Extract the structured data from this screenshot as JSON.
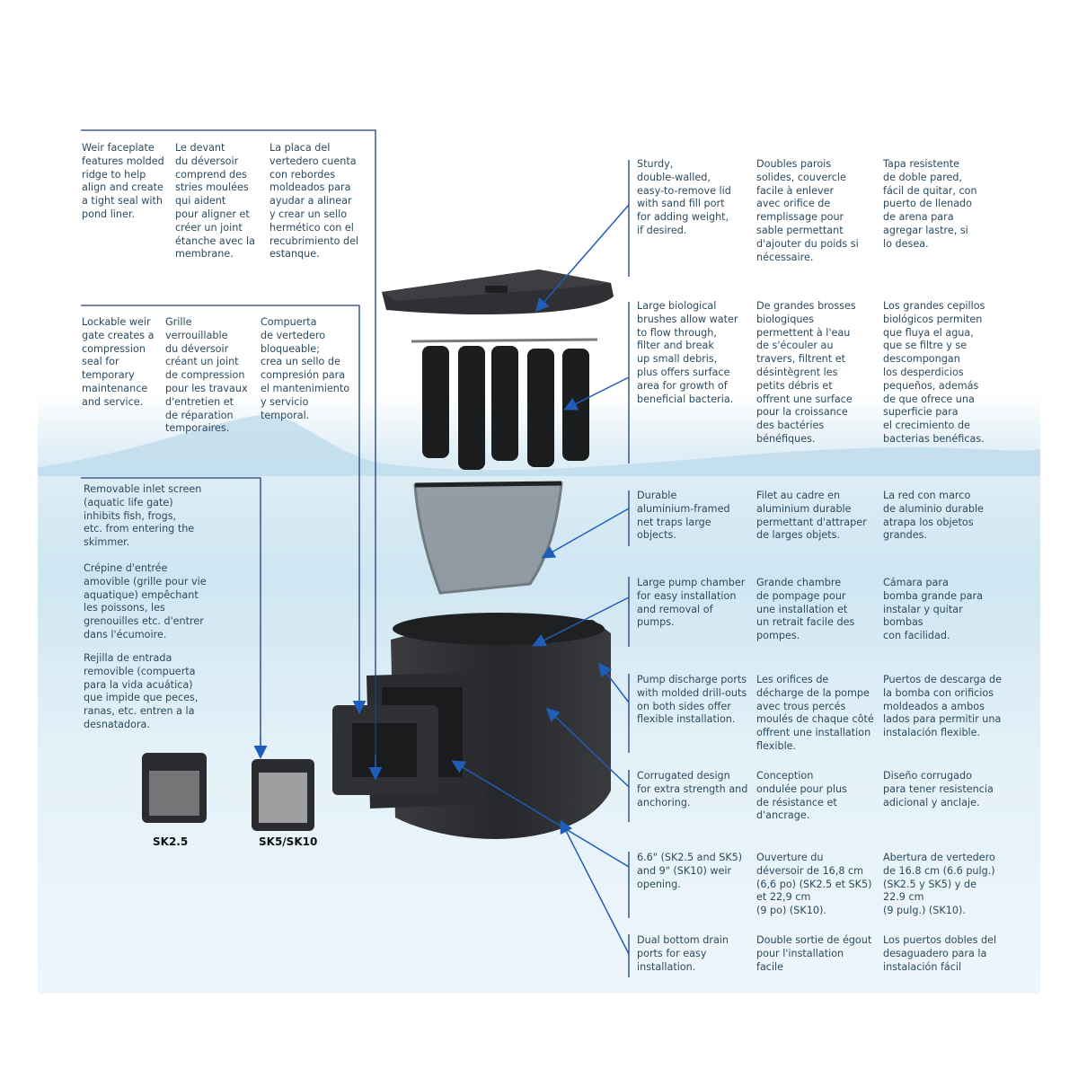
{
  "left_callouts": {
    "weir_faceplate": {
      "en": "Weir faceplate\nfeatures molded\nridge to help\nalign and create\na tight seal with\npond liner.",
      "fr": "Le devant\ndu déversoir\ncomprend des\nstries moulées\nqui aident\npour aligner et\ncréer un joint\nétanche avec la\nmembrane.",
      "es": "La placa del\nvertedero cuenta\ncon rebordes\nmoldeados para\nayudar a alinear\ny crear un sello\nhermético con el\nrecubrimiento del\nestanque."
    },
    "weir_gate": {
      "en": "Lockable weir\ngate creates a\ncompression\nseal for\ntemporary\nmaintenance\nand service.",
      "fr": "Grille\nverrouillable\ndu déversoir\ncréant un joint\nde compression\npour les travaux\nd'entretien et\nde réparation\ntemporaires.",
      "es": "Compuerta\nde vertedero\nbloqueable;\ncrea un sello de\ncompresión para\nel mantenimiento\ny servicio\ntemporal."
    },
    "inlet_screen": {
      "en": "Removable inlet screen\n(aquatic life gate)\ninhibits fish, frogs,\netc. from entering the\nskimmer.",
      "fr": "Crépine d'entrée\namovible (grille pour vie\naquatique) empêchant\nles poissons, les\ngrenouilles etc. d'entrer\ndans l'écumoire.",
      "es": "Rejilla de entrada\nremovible (compuerta\npara la vida acuática)\nque impide que peces,\nranas, etc. entren a la\ndesnatadora."
    }
  },
  "right_callouts": [
    {
      "en": "Sturdy,\ndouble-walled,\neasy-to-remove lid\nwith sand fill port\nfor adding weight,\nif desired.",
      "fr": "Doubles parois\nsolides, couvercle\nfacile à enlever\navec orifice de\nremplissage pour\nsable permettant\nd'ajouter du poids si\nnécessaire.",
      "es": "Tapa resistente\nde doble pared,\nfácil de quitar, con\npuerto de llenado\nde arena para\nagregar lastre, si\nlo desea."
    },
    {
      "en": "Large biological\nbrushes allow water\nto flow through,\nfilter and break\nup small debris,\nplus offers surface\narea for growth of\nbeneficial bacteria.",
      "fr": "De grandes brosses\nbiologiques\npermettent à l'eau\nde s'écouler au\ntravers, filtrent et\ndésintègrent les\npetits débris et\noffrent une surface\npour la croissance\ndes bactéries\nbénéfiques.",
      "es": "Los grandes cepillos\nbiológicos permiten\nque fluya el agua,\nque se filtre y se\ndescompongan\nlos desperdicios\npequeños, además\nde que ofrece una\nsuperficie para\nel crecimiento de\nbacterias benéficas."
    },
    {
      "en": "Durable\naluminium-framed\nnet traps large\nobjects.",
      "fr": "Filet au cadre en\naluminium durable\npermettant d'attraper\nde larges objets.",
      "es": "La red con marco\nde aluminio durable\natrapa los objetos\ngrandes."
    },
    {
      "en": "Large pump chamber\nfor easy installation\nand removal of\npumps.",
      "fr": "Grande chambre\nde pompage pour\nune installation et\nun retrait facile des\npompes.",
      "es": "Cámara para\nbomba grande para\ninstalar y quitar\nbombas\ncon facilidad."
    },
    {
      "en": "Pump discharge ports\nwith molded drill-outs\non both sides offer\nflexible installation.",
      "fr": "Les orifices de\ndécharge de la pompe\navec trous percés\nmoulés de chaque côté\noffrent une installation\nflexible.",
      "es": "Puertos de descarga de\nla bomba con orificios\nmoldeados a ambos\nlados para permitir una\ninstalación flexible."
    },
    {
      "en": "Corrugated design\nfor extra strength and\nanchoring.",
      "fr": "Conception\nondulée pour plus\nde résistance et\nd'ancrage.",
      "es": "Diseño corrugado\npara tener resistencia\nadicional y anclaje."
    },
    {
      "en": "6.6\" (SK2.5 and SK5)\nand 9\" (SK10) weir\nopening.",
      "fr": "Ouverture du\ndéversoir de 16,8 cm\n(6,6 po) (SK2.5 et SK5)\net 22,9 cm\n(9 po) (SK10).",
      "es": "Abertura de vertedero\nde 16.8 cm (6.6 pulg.)\n(SK2.5 y SK5) y de\n22.9 cm\n(9 pulg.) (SK10)."
    },
    {
      "en": "Dual bottom drain\nports for easy\ninstallation.",
      "fr": "Double sortie de égout\npour l'installation\nfacile",
      "es": "Los puertos dobles del\ndesaguadero para la\ninstalación fácil"
    }
  ],
  "models": {
    "sk25": "SK2.5",
    "sk5_sk10": "SK5/SK10"
  },
  "colors": {
    "text": "#2b4a5e",
    "leader": "#1e3f7a",
    "arrow": "#1f5db8",
    "part": "#2e2f31",
    "water": "#cfe6f2"
  }
}
